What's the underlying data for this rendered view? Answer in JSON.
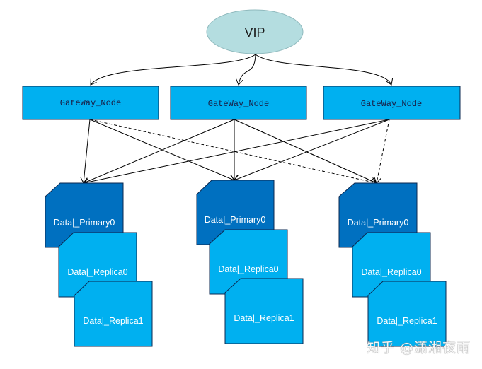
{
  "vip": {
    "label": "VIP",
    "fill": "#b4dde0",
    "stroke": "#8fb9bd"
  },
  "gateways": [
    {
      "label": "GateWay_Node"
    },
    {
      "label": "GateWay_Node"
    },
    {
      "label": "GateWay_Node"
    }
  ],
  "data_groups": [
    {
      "primary": "Data|_Primary0",
      "replicas": [
        "Data|_Replica0",
        "Data|_Replica1"
      ]
    },
    {
      "primary": "Data|_Primary0",
      "replicas": [
        "Data|_Replica0",
        "Data|_Replica1"
      ]
    },
    {
      "primary": "Data|_Primary0",
      "replicas": [
        "Data|_Replica0",
        "Data|_Replica1"
      ]
    }
  ],
  "connections": {
    "solid": [
      [
        0,
        0
      ],
      [
        0,
        1
      ],
      [
        1,
        0
      ],
      [
        1,
        1
      ],
      [
        1,
        2
      ],
      [
        2,
        0
      ],
      [
        2,
        1
      ]
    ],
    "dashed": [
      [
        0,
        2
      ],
      [
        1,
        2
      ],
      [
        2,
        2
      ]
    ]
  },
  "colors": {
    "gateway_fill": "#00b0f0",
    "primary_fill": "#0070c0",
    "replica_fill": "#00b0f0",
    "border": "#0b2850",
    "line": "#000000"
  },
  "watermark": "知乎 @潇湘夜雨"
}
